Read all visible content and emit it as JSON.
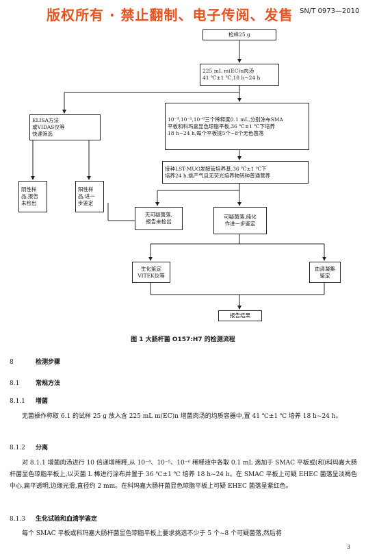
{
  "header": {
    "watermark": "版权所有 · 禁止翻制、电子传阅、发售",
    "standard_number": "SN/T 0973—2010"
  },
  "flowchart": {
    "sample": "检样25 g",
    "enrich": "225 mL m(EC)n肉汤\n41 ℃±1 ℃,18 h~24 h",
    "elisa": "ELISA方法\n或VIDAS仪等\n快速筛选",
    "dilution": "10⁻⁴,10⁻⁵,10⁻⁶三个稀释度0.1 mL,分别涂布SMA\n平板和科玛嘉显色琼脂平板,36 ℃±1 ℃下培养\n18 h~24 h,每个平板挑5个~8个无色菌落",
    "negative": "阴性样\n品,报告\n未检出",
    "positive": "阳性样\n品,进一\n步鉴定",
    "lst_mug": "接种LST-MUG发酵管培养基,36 ℃±1 ℃下\n培养24 h,挑产气且无荧光培养物转种普通营养",
    "no_suspect": "无可疑菌落,\n报告未检出",
    "suspect": "可疑菌落,纯化\n作进一步鉴定",
    "biochem": "生化鉴定\nVITEK仪等",
    "serum": "血清凝集\n鉴定",
    "report": "报告结果"
  },
  "caption": "图 1 大肠杆菌 O157:H7 的检测流程",
  "sections": [
    {
      "num": "8",
      "title": "检测步骤"
    },
    {
      "num": "8.1",
      "title": "常规方法"
    },
    {
      "num": "8.1.1",
      "title": "增菌"
    },
    {
      "num": "8.1.2",
      "title": "分离"
    },
    {
      "num": "8.1.3",
      "title": "生化试验和血清学鉴定"
    }
  ],
  "paragraphs": {
    "p811": "无菌操作称取 6.1 的试样 25 g 放入含 225 mL m(EC)n 增菌肉汤的均质容器中,置 41 ℃±1 ℃ 培养 18 h~24 h。",
    "p812": "对 8.1.1 增菌肉汤进行 10 倍递增稀释,从 10⁻⁴、10⁻⁵、10⁻⁶ 稀释液中各取 0.1 mL 滴加于 SMAC 平板或(和)科玛嘉大肠杆菌显色琼脂平板上,以灭菌 L 棒进行涂布并置于 36 ℃±1 ℃ 培养 18 h~24 h。在 SMAC 平板上可疑 EHEC 菌落呈淡褐色中心,扁平透明,边缘光滑,直径约 2 mm。在科玛嘉大肠杆菌显色琼脂平板上可疑 EHEC 菌落呈紫红色。",
    "p813": "每个 SMAC 平板或科玛嘉大肠杆菌显色琼脂平板上要求挑选不少于 5 个~8 个可疑菌落,然后将"
  },
  "page_number": "3"
}
